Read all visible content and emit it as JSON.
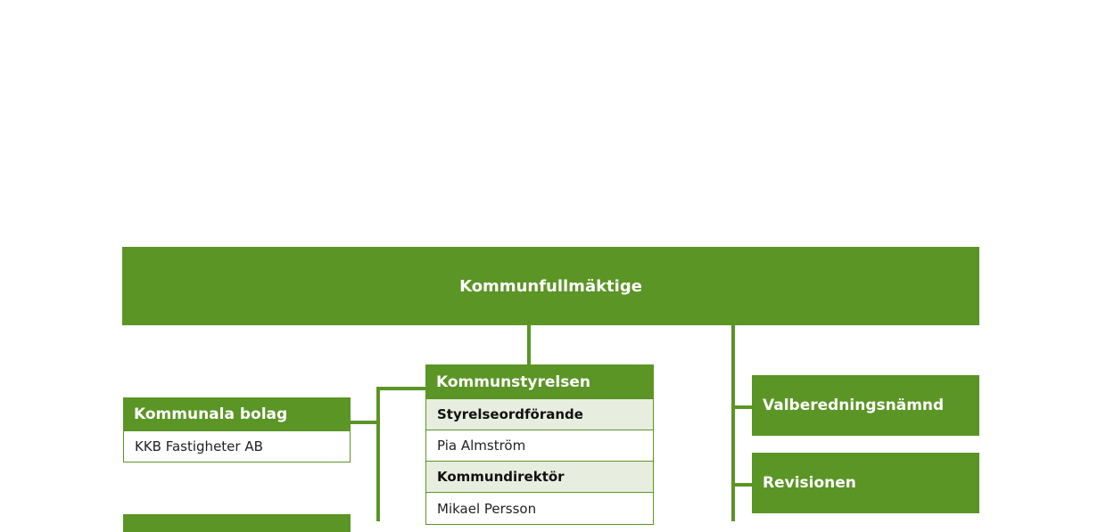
{
  "council": {
    "title": "Kommunfullmäktige"
  },
  "board": {
    "title": "Kommunstyrelsen",
    "rows": [
      {
        "label": "Styrelseordförande",
        "role": true
      },
      {
        "label": "Pia Almström",
        "role": false
      },
      {
        "label": "Kommundirektör",
        "role": true
      },
      {
        "label": "Mikael Persson",
        "role": false
      }
    ]
  },
  "companies": {
    "title": "Kommunala bolag",
    "items": [
      "KKB Fastigheter AB"
    ]
  },
  "right_boxes": [
    {
      "label": "Valberedningsnämnd"
    },
    {
      "label": "Revisionen"
    }
  ],
  "colors": {
    "brand_green": "#5b9525",
    "role_row_bg": "#e8eedf"
  }
}
